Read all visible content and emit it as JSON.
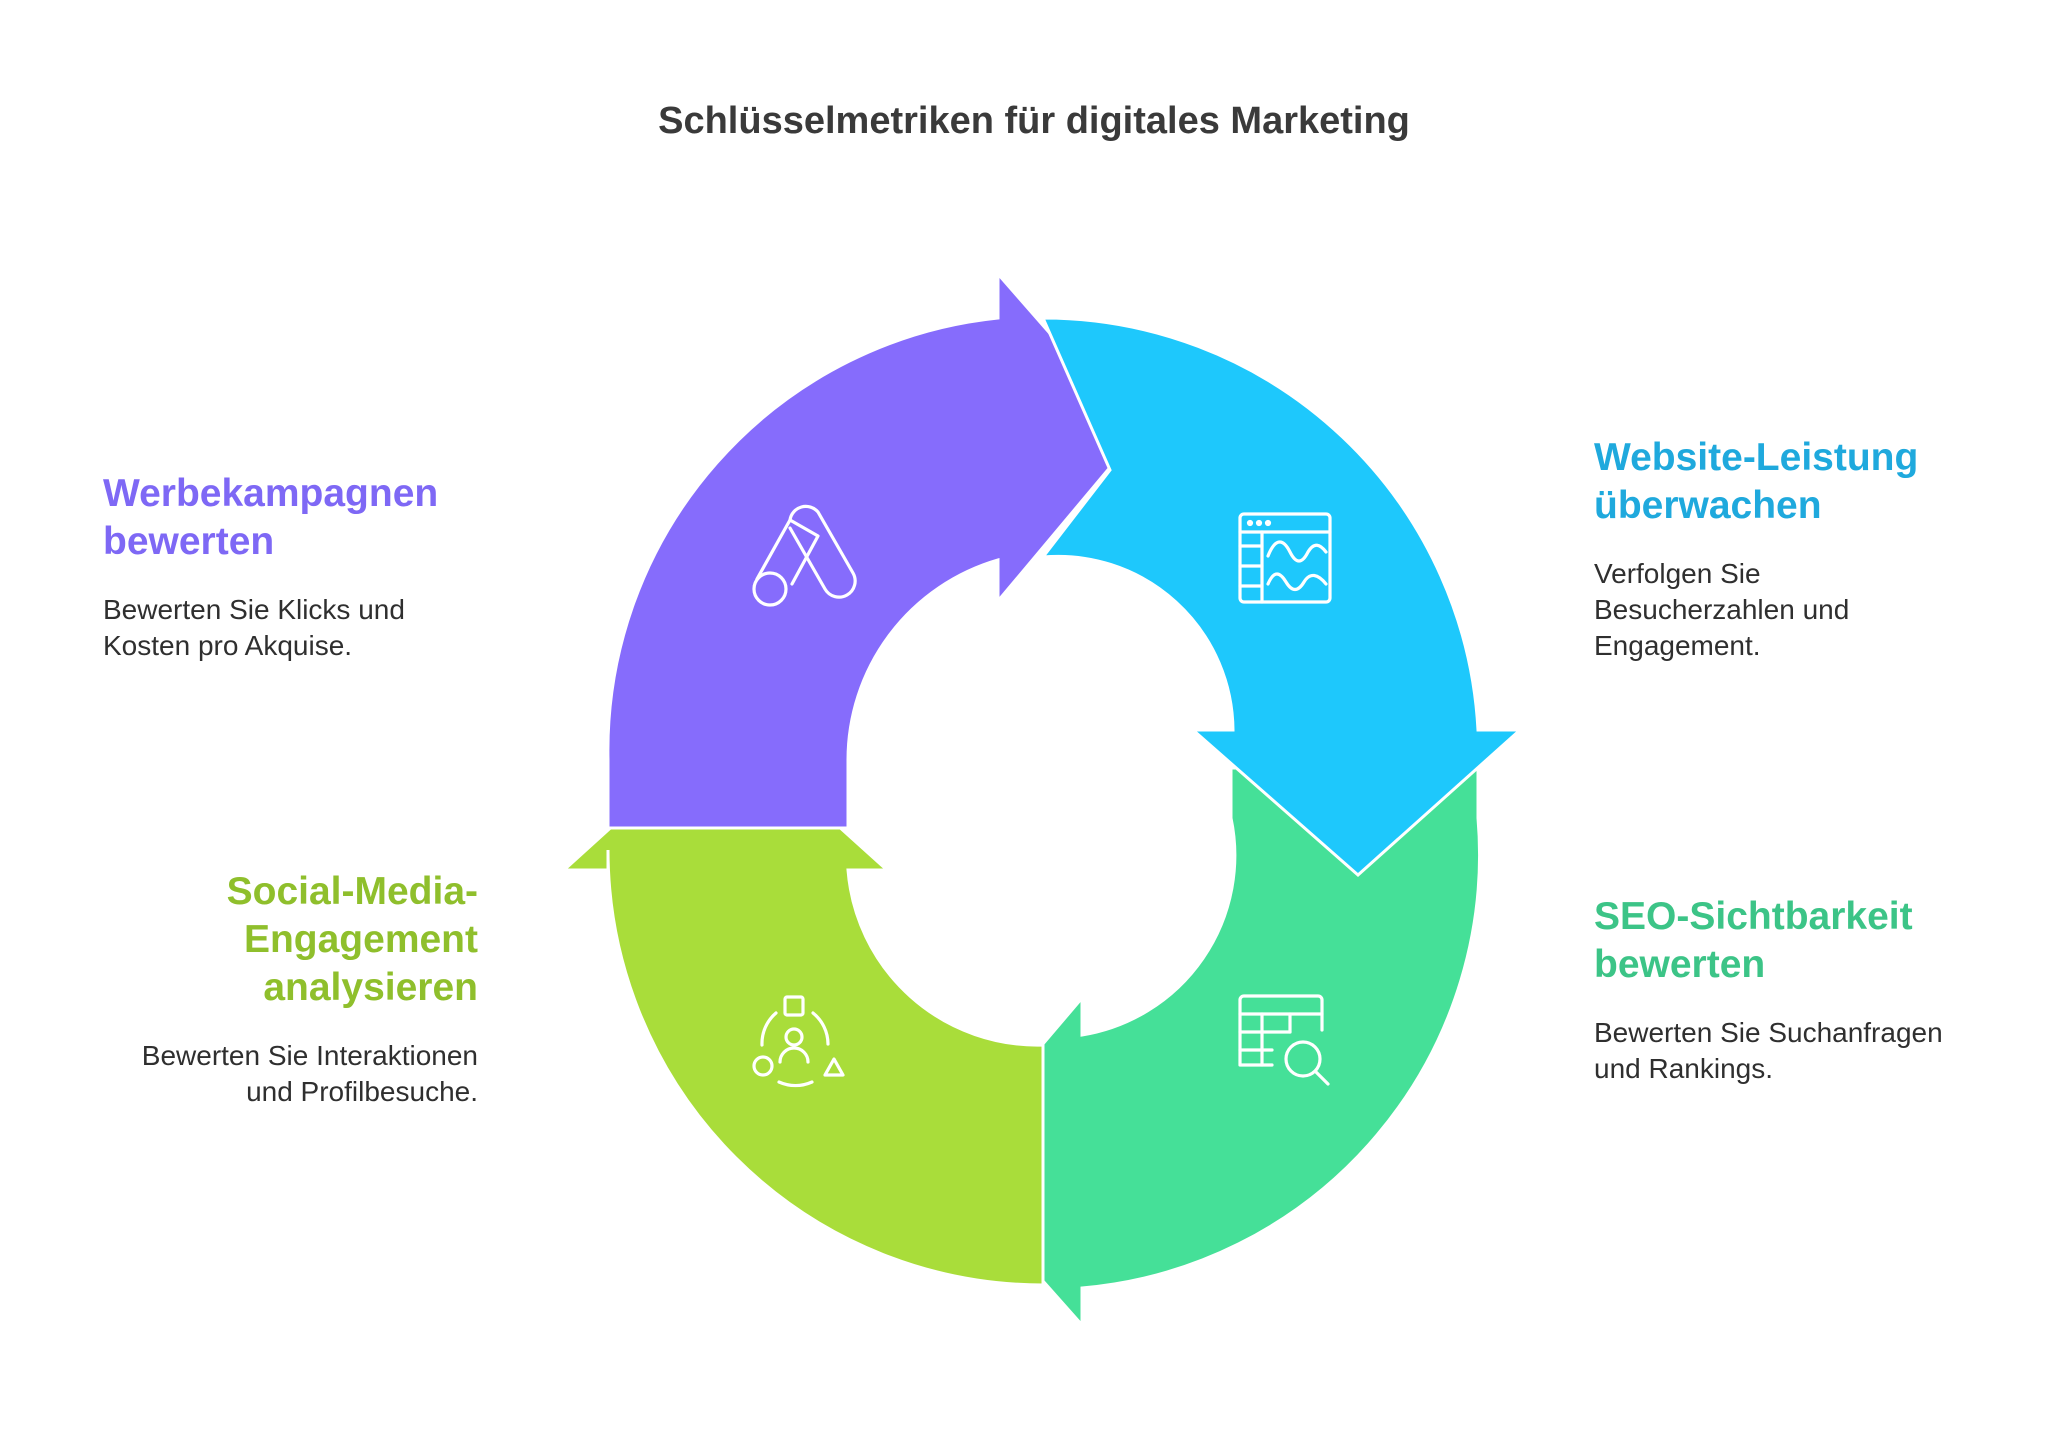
{
  "title": "Schlüsselmetriken für digitales Marketing",
  "steps": [
    {
      "id": "ads",
      "title": "Werbekampagnen bewerten",
      "title_lines": [
        "Werbekampagnen",
        "bewerten"
      ],
      "description_lines": [
        "Bewerten Sie Klicks und",
        "Kosten pro Akquise."
      ],
      "color": "#866cfc",
      "text_color": "#7e68f5",
      "icon": "google-ads-icon"
    },
    {
      "id": "web",
      "title": "Website-Leistung überwachen",
      "title_lines": [
        "Website-Leistung",
        "überwachen"
      ],
      "description_lines": [
        "Verfolgen Sie",
        "Besucherzahlen und",
        "Engagement."
      ],
      "color": "#1ec8fc",
      "text_color": "#1fa9dd",
      "icon": "website-analytics-icon"
    },
    {
      "id": "seo",
      "title": "SEO-Sichtbarkeit bewerten",
      "title_lines": [
        "SEO-Sichtbarkeit",
        "bewerten"
      ],
      "description_lines": [
        "Bewerten Sie Suchanfragen",
        "und Rankings."
      ],
      "color": "#45e098",
      "text_color": "#3cc487",
      "icon": "table-search-icon"
    },
    {
      "id": "social",
      "title": "Social-Media-Engagement analysieren",
      "title_lines": [
        "Social-Media-",
        "Engagement",
        "analysieren"
      ],
      "description_lines": [
        "Bewerten Sie Interaktionen",
        "und Profilbesuche."
      ],
      "color": "#a9dd3a",
      "text_color": "#8fbf2c",
      "icon": "social-network-icon"
    }
  ]
}
